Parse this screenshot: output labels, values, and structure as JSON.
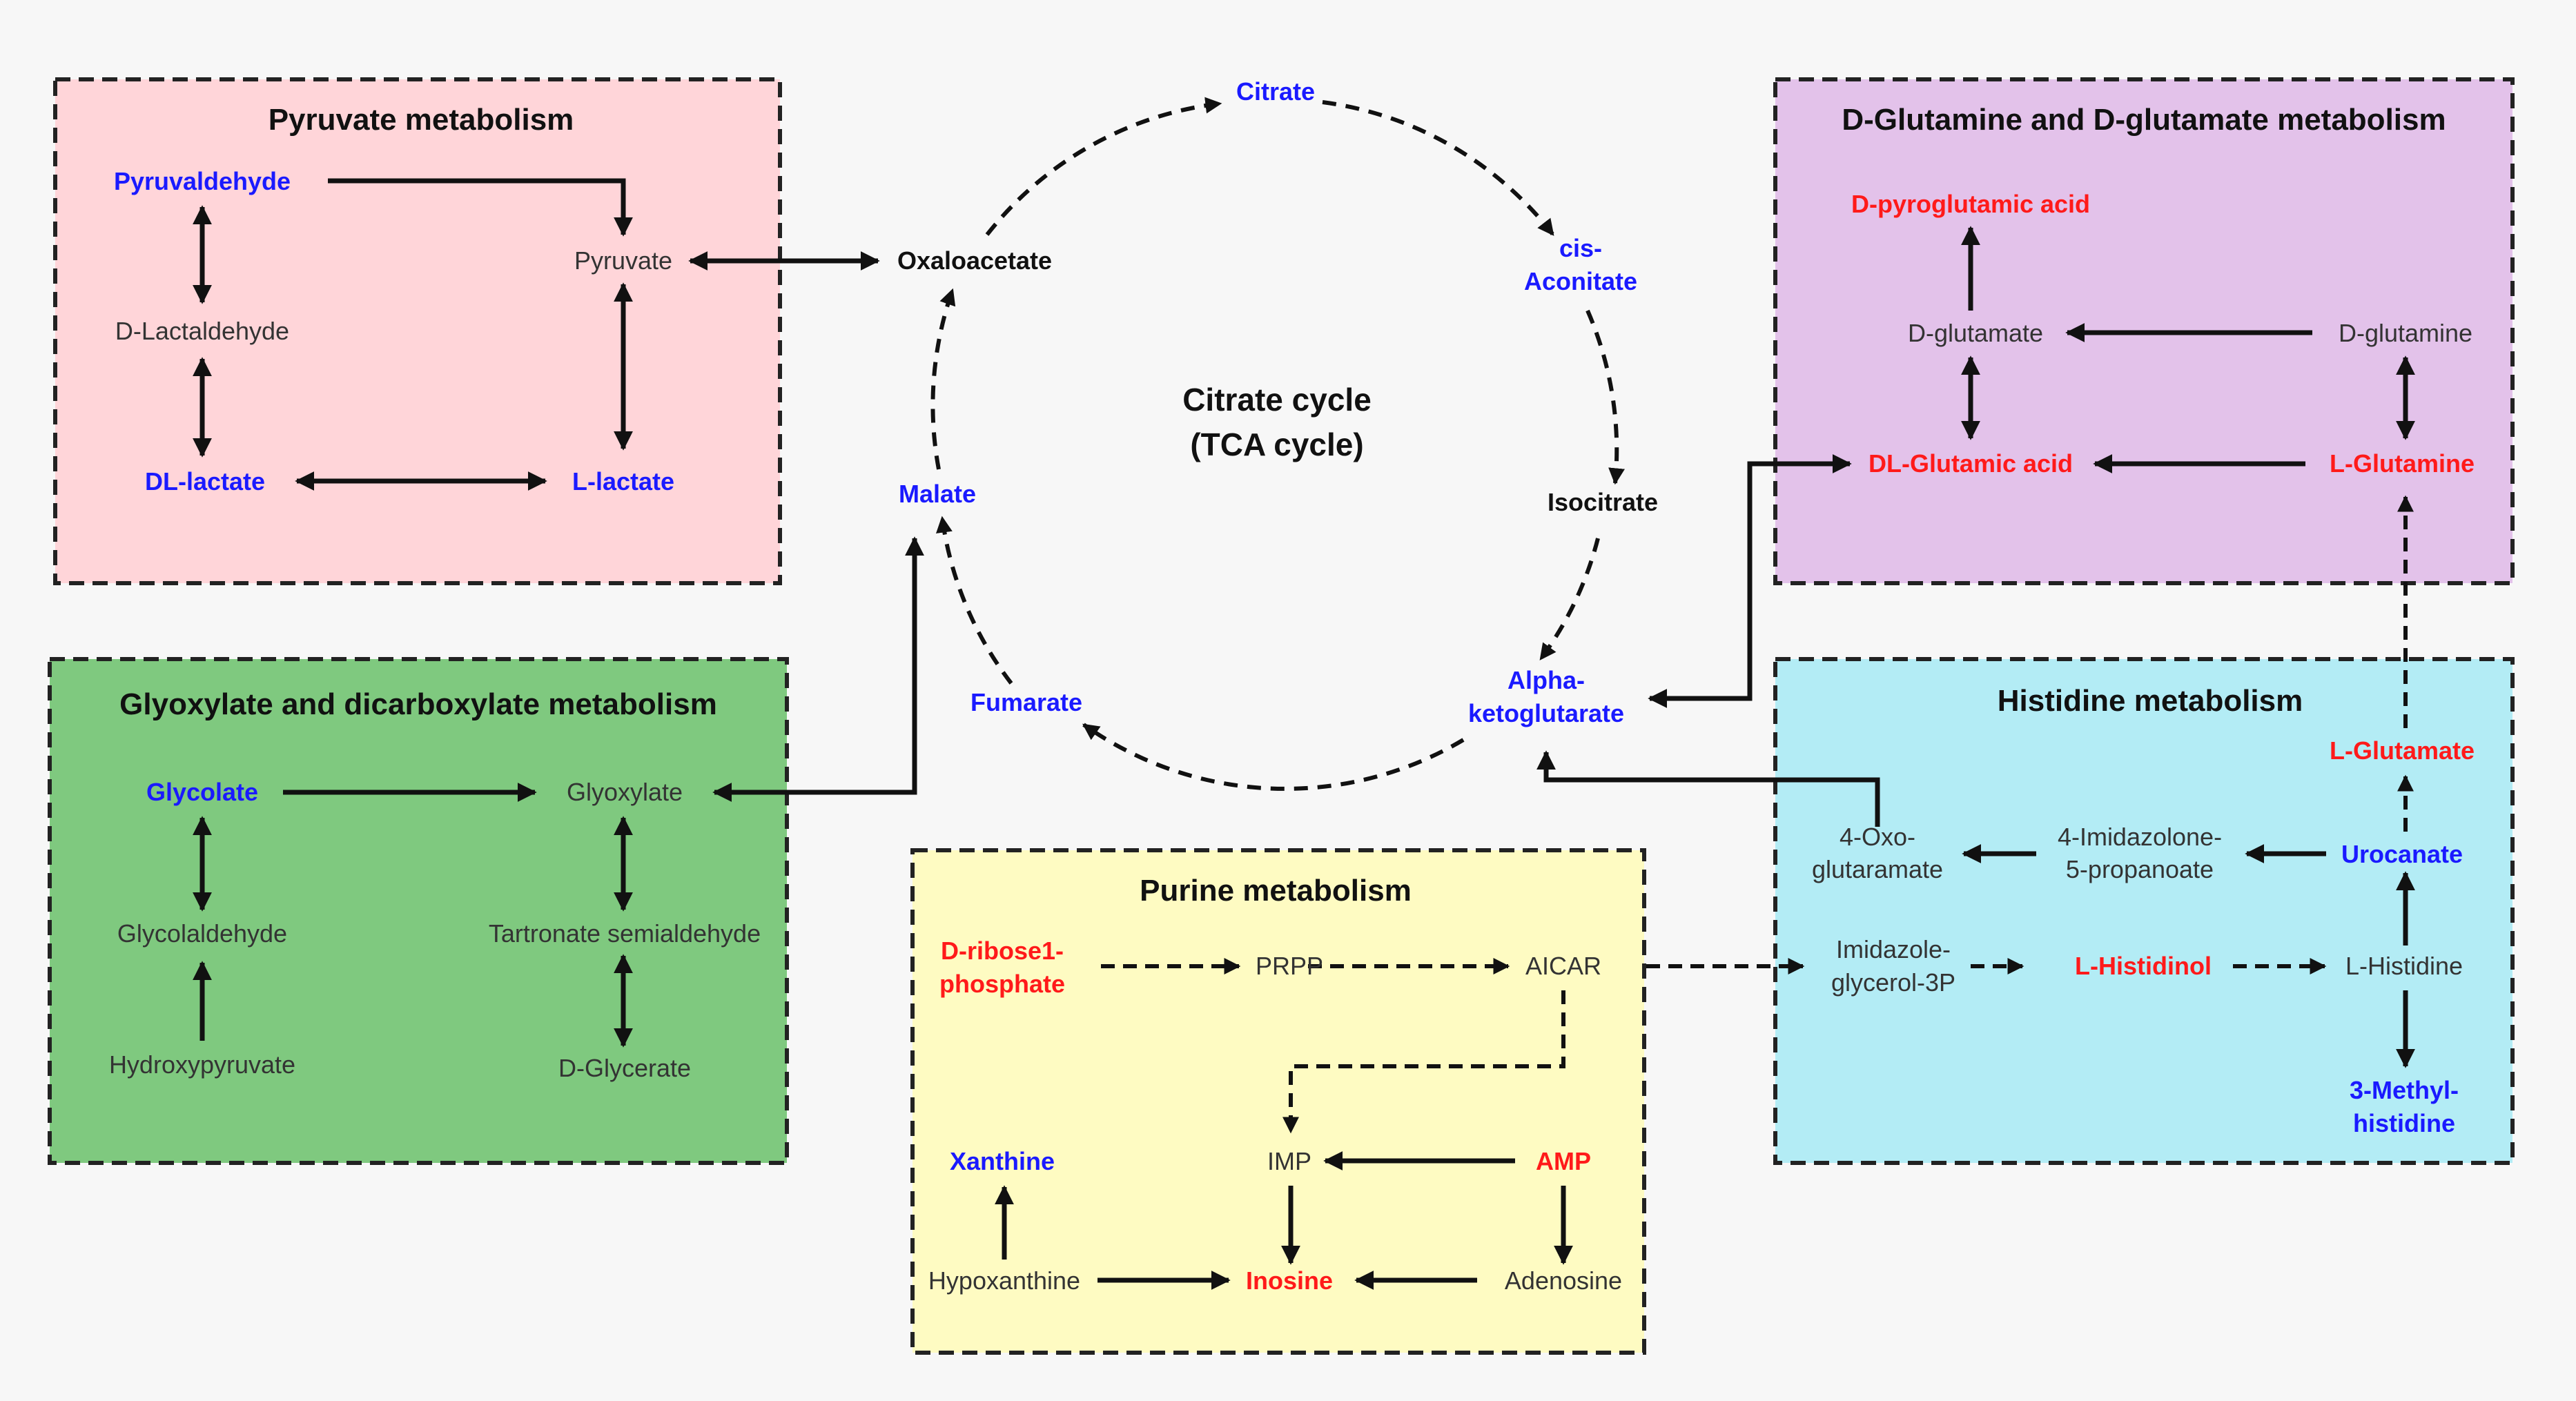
{
  "colors": {
    "background": "#f7f7f7",
    "pyruvate_box": "#ffd5d9",
    "dglutamine_box": "#e3c2ea",
    "glyoxylate_box": "#7fc97f",
    "histidine_box": "#b3ecf5",
    "purine_box": "#fefbc2",
    "highlight_blue": "#1a1aff",
    "highlight_red": "#ff1a1a"
  },
  "center": {
    "line1": "Citrate cycle",
    "line2": "(TCA cycle)"
  },
  "tca": {
    "citrate": "Citrate",
    "cis_aconitate_1": "cis-",
    "cis_aconitate_2": "Aconitate",
    "isocitrate": "Isocitrate",
    "alpha_kg_1": "Alpha-",
    "alpha_kg_2": "ketoglutarate",
    "fumarate": "Fumarate",
    "malate": "Malate",
    "oxaloacetate": "Oxaloacetate"
  },
  "pyruvate": {
    "title": "Pyruvate metabolism",
    "pyruvaldehyde": "Pyruvaldehyde",
    "pyruvate": "Pyruvate",
    "d_lactaldehyde": "D-Lactaldehyde",
    "dl_lactate": "DL-lactate",
    "l_lactate": "L-lactate"
  },
  "glyoxylate": {
    "title": "Glyoxylate and dicarboxylate metabolism",
    "glycolate": "Glycolate",
    "glyoxylate": "Glyoxylate",
    "glycolaldehyde": "Glycolaldehyde",
    "tartronate": "Tartronate semialdehyde",
    "hydroxypyruvate": "Hydroxypyruvate",
    "d_glycerate": "D-Glycerate"
  },
  "purine": {
    "title": "Purine metabolism",
    "d_ribose_1": "D-ribose1-",
    "d_ribose_2": "phosphate",
    "prpp": "PRPP",
    "aicar": "AICAR",
    "imp": "IMP",
    "amp": "AMP",
    "xanthine": "Xanthine",
    "hypoxanthine": "Hypoxanthine",
    "inosine": "Inosine",
    "adenosine": "Adenosine"
  },
  "dglutamine": {
    "title": "D-Glutamine and D-glutamate metabolism",
    "d_pyroglutamic": "D-pyroglutamic acid",
    "d_glutamate": "D-glutamate",
    "d_glutamine": "D-glutamine",
    "dl_glutamic": "DL-Glutamic acid",
    "l_glutamine": "L-Glutamine"
  },
  "histidine": {
    "title": "Histidine metabolism",
    "l_glutamate": "L-Glutamate",
    "oxo_1": "4-Oxo-",
    "oxo_2": "glutaramate",
    "imidazolone_1": "4-Imidazolone-",
    "imidazolone_2": "5-propanoate",
    "urocanate": "Urocanate",
    "imidazole_1": "Imidazole-",
    "imidazole_2": "glycerol-3P",
    "l_histidinol": "L-Histidinol",
    "l_histidine": "L-Histidine",
    "methyl_1": "3-Methyl-",
    "methyl_2": "histidine"
  }
}
